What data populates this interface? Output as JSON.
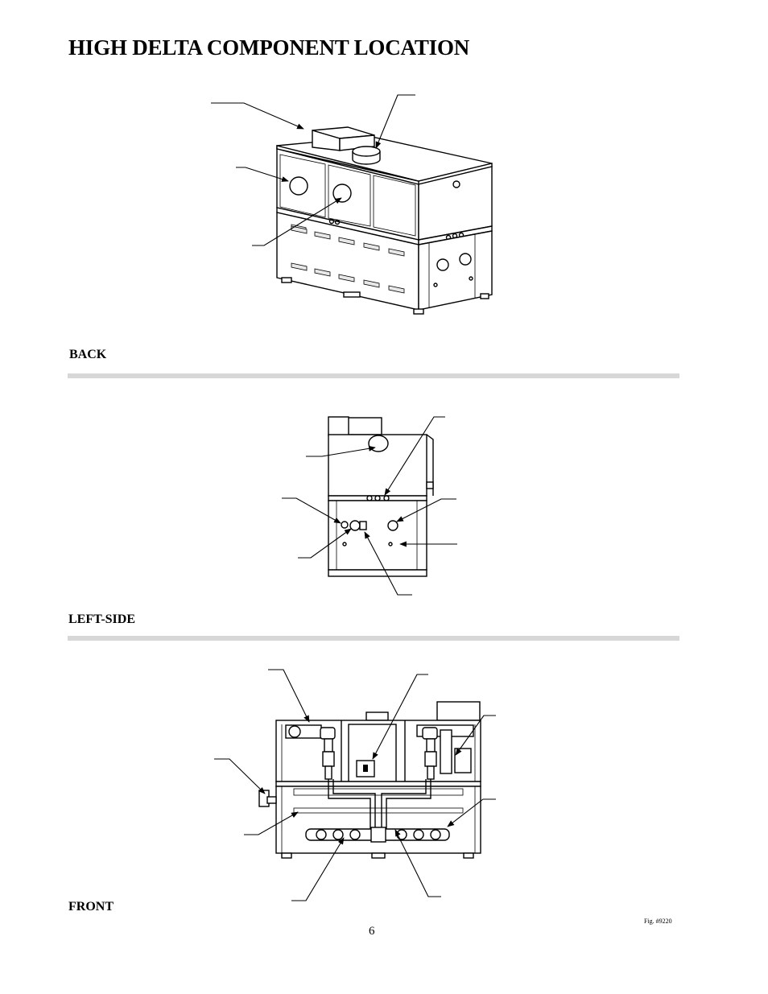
{
  "page": {
    "title": "HIGH DELTA COMPONENT LOCATION",
    "page_number": "6",
    "figure_ref": "Fig. #9220"
  },
  "sections": {
    "back": {
      "label": "BACK"
    },
    "left_side": {
      "label": "LEFT-SIDE"
    },
    "front": {
      "label": "FRONT"
    }
  }
}
